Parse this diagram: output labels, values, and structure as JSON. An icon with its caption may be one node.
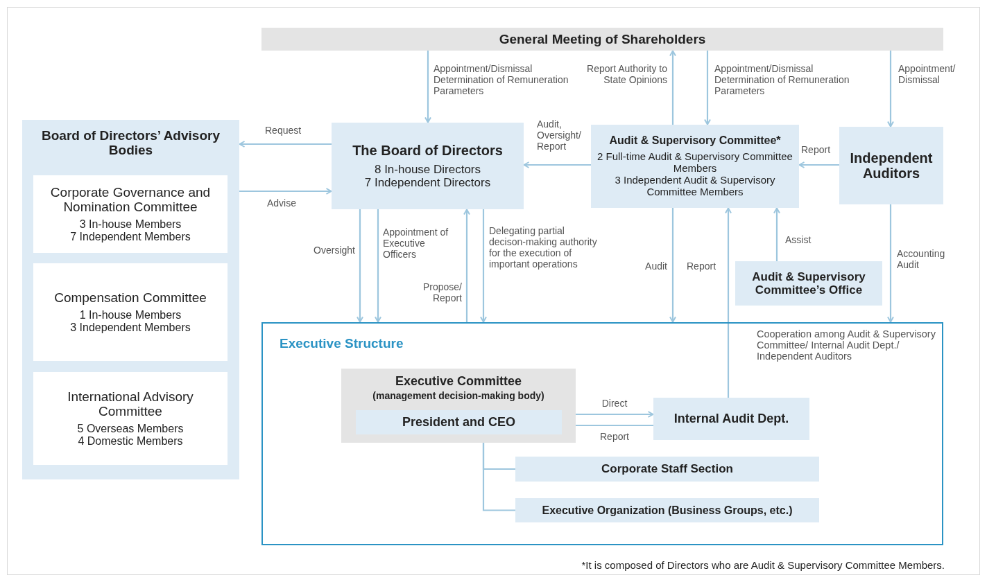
{
  "diagram": {
    "nodes": [
      {
        "text": [
          "General Meeting of Shareholders"
        ]
      },
      {
        "text": [
          "Board of Directors’ Advisory Bodies"
        ]
      },
      {
        "text": [
          "Corporate Governance and Nomination Committee",
          "3 In-house Members",
          "7 Independent Members"
        ],
        "in": 1
      },
      {
        "text": [
          "Compensation Committee",
          "1 In-house Members",
          "3 Independent Members"
        ],
        "in": 1
      },
      {
        "text": [
          "International Advisory Committee",
          "5 Overseas Members",
          "4 Domestic Members"
        ],
        "in": 1
      },
      {
        "text": [
          "The Board of Directors",
          "8 In-house Directors",
          "7 Independent Directors"
        ]
      },
      {
        "text": [
          "Audit & Supervisory Committee*",
          "2 Full-time Audit & Supervisory Committee Members",
          "3 Independent Audit & Supervisory Committee Members"
        ]
      },
      {
        "text": [
          "Independent Auditors"
        ]
      },
      {
        "text": [
          "Audit & Supervisory Committee’s Office"
        ]
      },
      {
        "text": [
          "Executive Structure"
        ]
      },
      {
        "text": [
          "Executive Committee",
          "(management decision-making body)"
        ],
        "in": 9
      },
      {
        "text": [
          "President and CEO"
        ],
        "in": 10
      },
      {
        "text": [
          "Internal Audit Dept."
        ],
        "in": 9
      },
      {
        "text": [
          "Corporate Staff Section"
        ],
        "in": 9
      },
      {
        "text": [
          "Executive Organization (Business Groups, etc.)"
        ],
        "in": 9
      }
    ],
    "edges": [
      {
        "from": 0,
        "to": 5,
        "arrow": "to",
        "label": "Appointment/Dismissal Determination of Remuneration Parameters"
      },
      {
        "from": 6,
        "to": 0,
        "arrow": "to",
        "label": "Report Authority to State Opinions"
      },
      {
        "from": 0,
        "to": 6,
        "arrow": "to",
        "label": "Appointment/Dismissal Determination of Remuneration Parameters"
      },
      {
        "from": 0,
        "to": 7,
        "arrow": "to",
        "label": "Appointment/ Dismissal"
      },
      {
        "from": 5,
        "to": 1,
        "arrow": "to",
        "label": "Request"
      },
      {
        "from": 1,
        "to": 5,
        "arrow": "to",
        "label": "Advise"
      },
      {
        "from": 6,
        "to": 5,
        "arrow": "to",
        "label": "Audit, Oversight/ Report"
      },
      {
        "from": 7,
        "to": 6,
        "arrow": "to",
        "label": "Report"
      },
      {
        "from": 5,
        "to": 9,
        "arrow": "to",
        "label": "Oversight"
      },
      {
        "from": 5,
        "to": 9,
        "arrow": "to",
        "label": "Appointment of Executive Officers"
      },
      {
        "from": 9,
        "to": 5,
        "arrow": "to",
        "label": "Propose/ Report"
      },
      {
        "from": 5,
        "to": 9,
        "arrow": "to",
        "label": "Delegating partial decison-making authority for the execution of important operations"
      },
      {
        "from": 6,
        "to": 9,
        "arrow": "to",
        "label": "Audit"
      },
      {
        "from": 12,
        "to": 6,
        "arrow": "to",
        "label": "Report"
      },
      {
        "from": 8,
        "to": 6,
        "arrow": "to",
        "label": "Assist"
      },
      {
        "from": 7,
        "to": 9,
        "arrow": "to",
        "label": "Accounting Audit"
      },
      {
        "from": 11,
        "to": 12,
        "arrow": "to",
        "label": "Direct"
      },
      {
        "from": 12,
        "to": 11,
        "arrow": "to",
        "label": "Report"
      },
      {
        "from": 10,
        "to": 13,
        "arrow": "none"
      },
      {
        "from": 10,
        "to": 14,
        "arrow": "none"
      }
    ],
    "labels": [
      "Cooperation among Audit & Supervisory Committee/ Internal Audit Dept./ Independent Auditors",
      "*It is composed of Directors who are Audit & Supervisory Committee Members."
    ]
  }
}
